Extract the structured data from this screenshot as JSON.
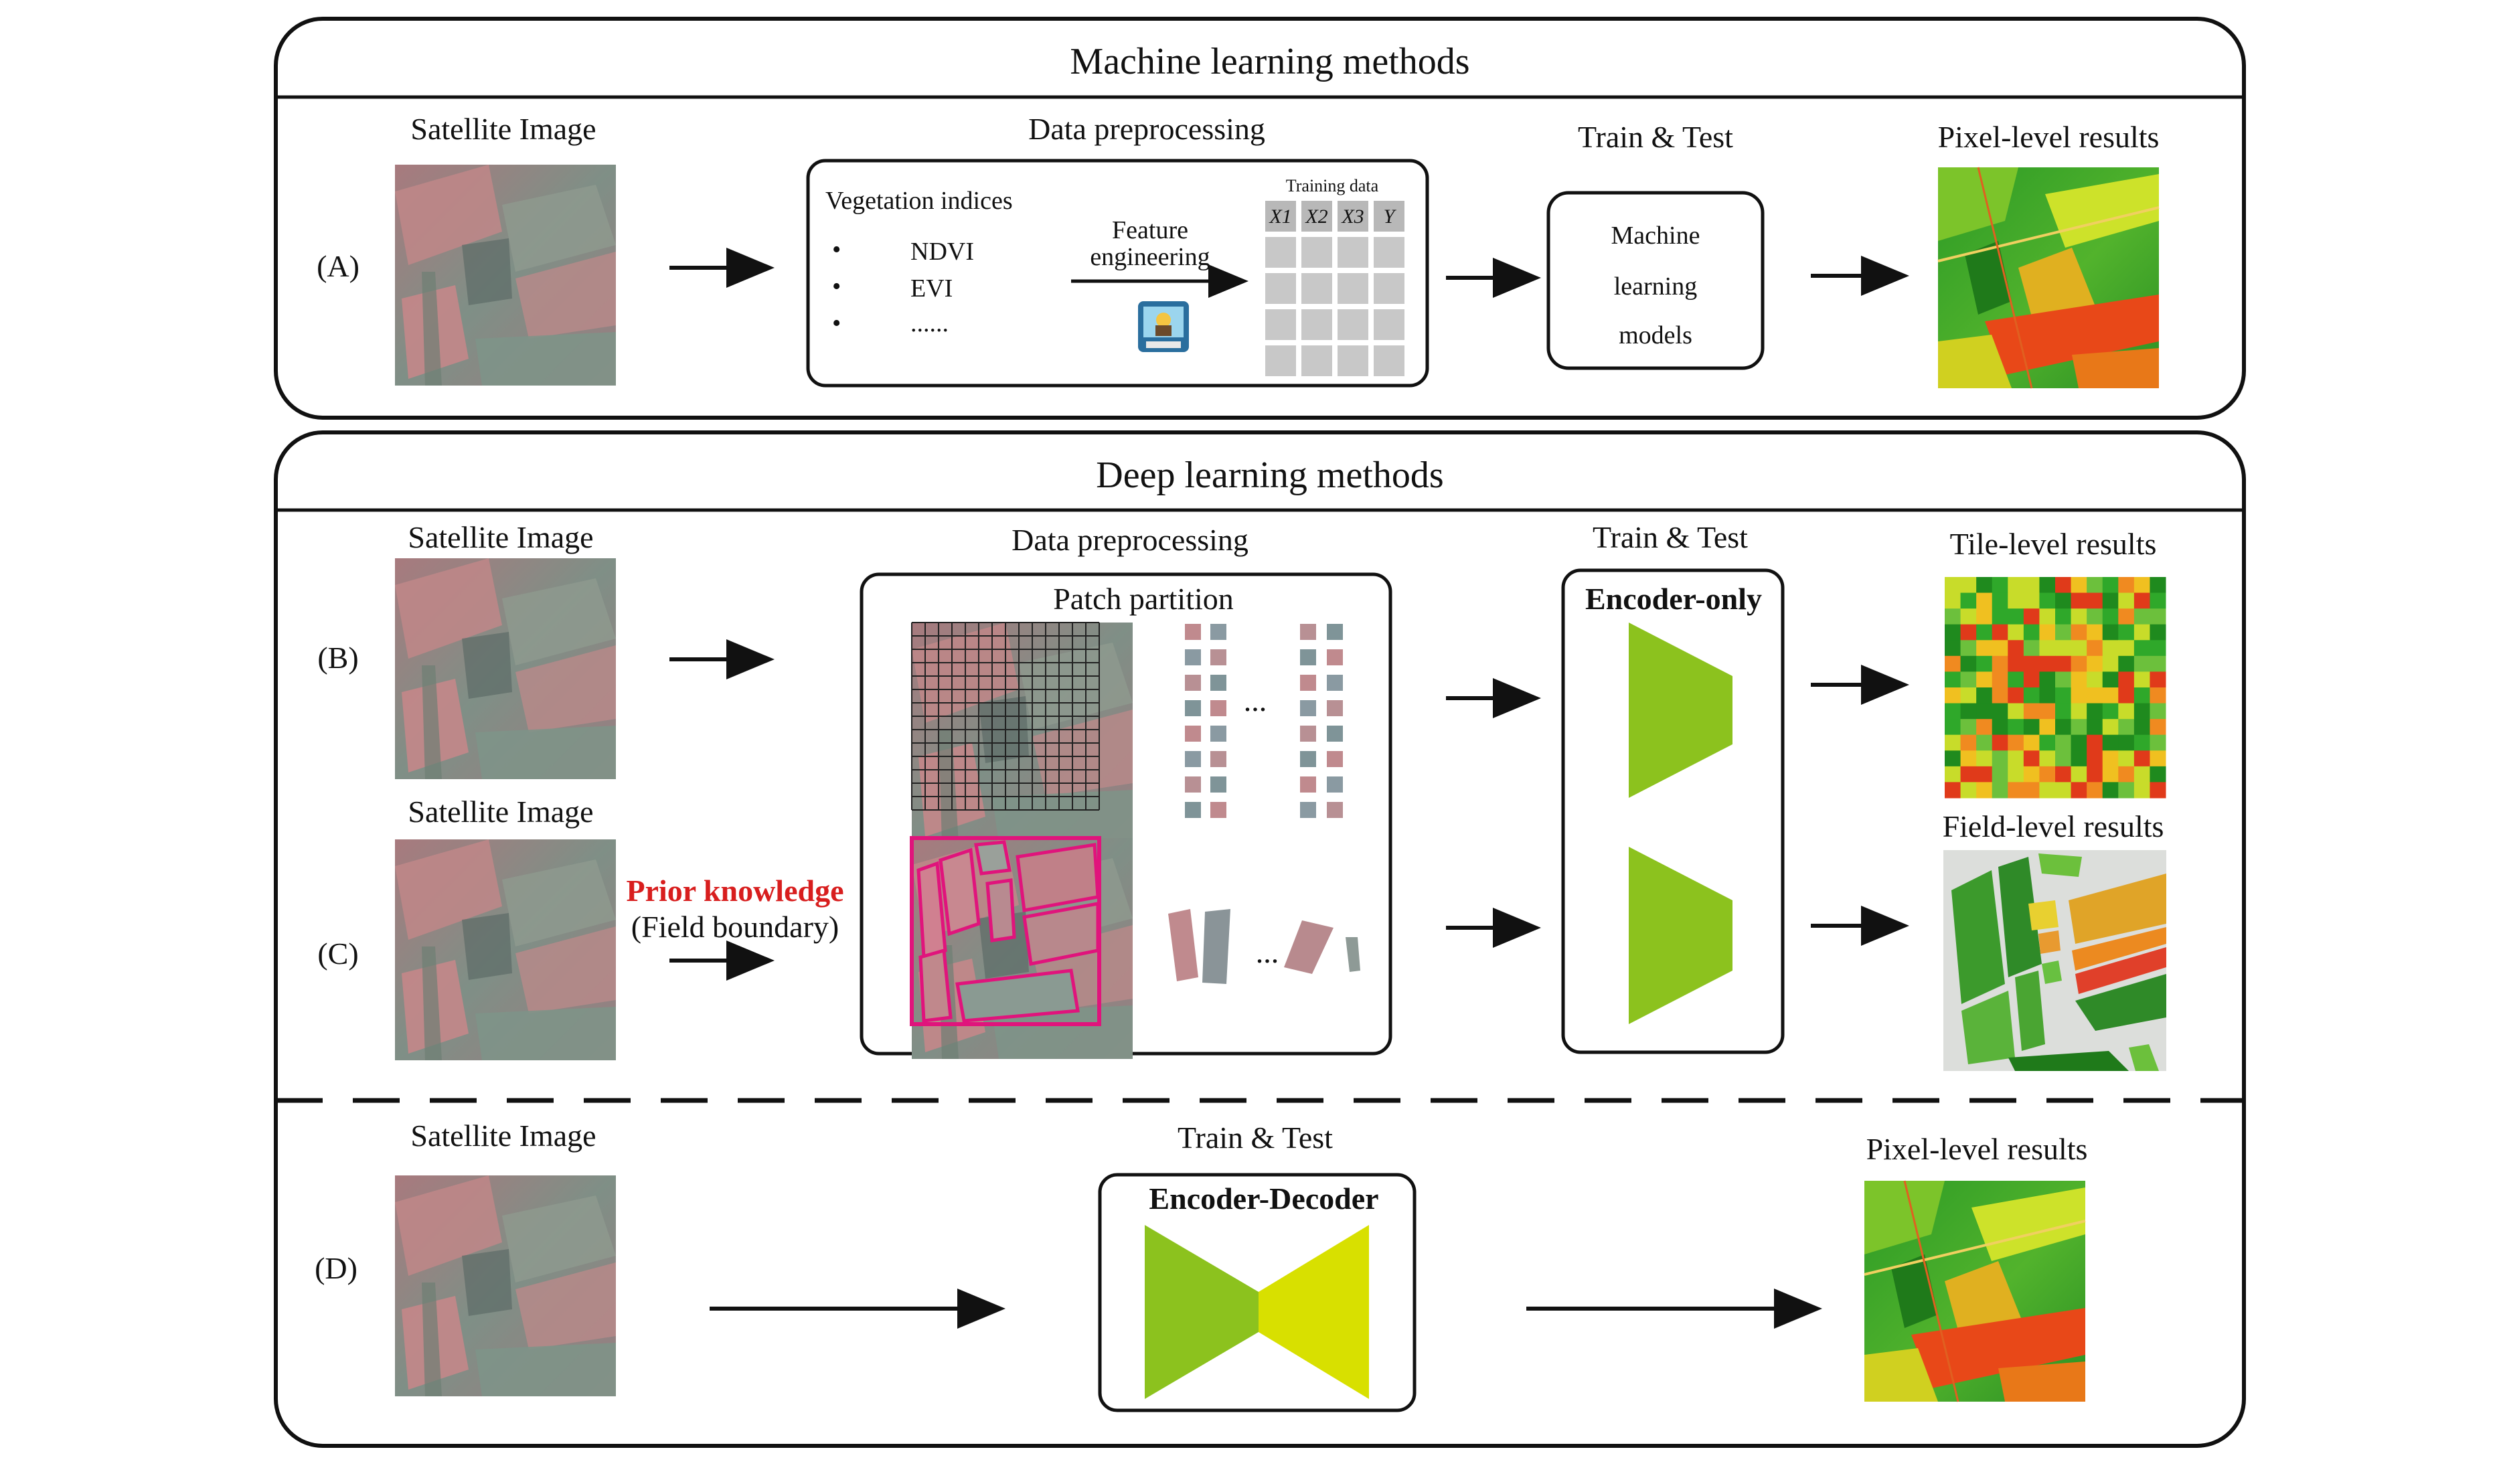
{
  "panel_ml": {
    "title": "Machine learning methods",
    "row_label": "(A)",
    "satellite_label": "Satellite Image",
    "preprocess_label": "Data preprocessing",
    "veg_indices": "Vegetation indices",
    "indices": [
      "NDVI",
      "EVI",
      "......"
    ],
    "feature_eng_line1": "Feature",
    "feature_eng_line2": "engineering",
    "training_data": "Training data",
    "table_headers": [
      "X1",
      "X2",
      "X3",
      "Y"
    ],
    "train_test_label": "Train & Test",
    "model_line1": "Machine",
    "model_line2": "learning",
    "model_line3": "models",
    "result_label": "Pixel-level results"
  },
  "panel_dl": {
    "title": "Deep learning methods",
    "row_b": "(B)",
    "row_c": "(C)",
    "row_d": "(D)",
    "satellite_label_b": "Satellite Image",
    "satellite_label_c": "Satellite Image",
    "satellite_label_d": "Satellite Image",
    "preprocess_label": "Data preprocessing",
    "patch_partition": "Patch partition",
    "ellipsis_b": "...",
    "ellipsis_c": "...",
    "prior_knowledge": "Prior knowledge",
    "field_boundary": "(Field boundary)",
    "train_test_label": "Train & Test",
    "encoder_only": "Encoder-only",
    "tile_results": "Tile-level results",
    "field_results": "Field-level results",
    "train_test_label_d": "Train & Test",
    "encoder_decoder": "Encoder-Decoder",
    "pixel_results_d": "Pixel-level results"
  },
  "colors": {
    "encoder_green": "#8cc21e",
    "decoder_yellow": "#d8e000",
    "boundary_magenta": "#e0147c",
    "prior_red": "#d81e1e",
    "cell_gray": "#c8c8c8"
  }
}
